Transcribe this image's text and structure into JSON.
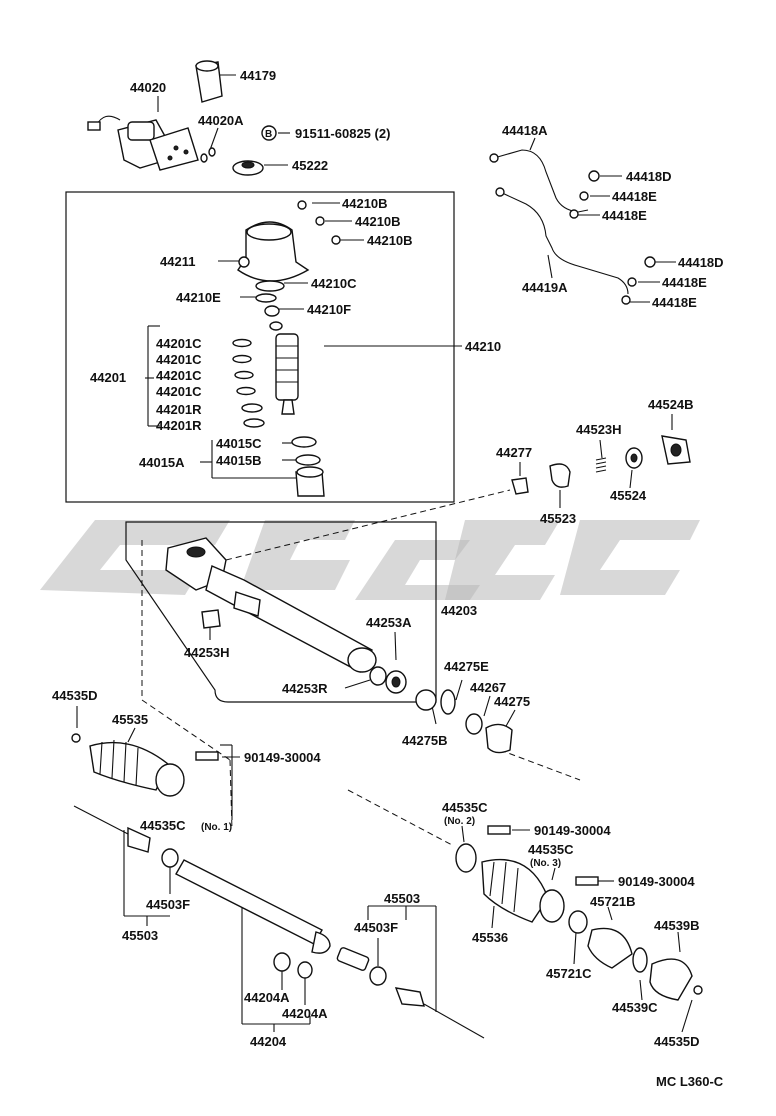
{
  "diagram_code": "MC L360-C",
  "watermark": "",
  "labels": {
    "p44020": "44020",
    "p44179": "44179",
    "p44020A": "44020A",
    "bolt_b_marker": "B",
    "p91511": "91511-60825 (2)",
    "p45222": "45222",
    "p44210B_1": "44210B",
    "p44210B_2": "44210B",
    "p44210B_3": "44210B",
    "p44211": "44211",
    "p44210C": "44210C",
    "p44210E": "44210E",
    "p44210F": "44210F",
    "p44210": "44210",
    "p44201": "44201",
    "p44201C_1": "44201C",
    "p44201C_2": "44201C",
    "p44201C_3": "44201C",
    "p44201C_4": "44201C",
    "p44201R_1": "44201R",
    "p44201R_2": "44201R",
    "p44015A": "44015A",
    "p44015C": "44015C",
    "p44015B": "44015B",
    "p44418A": "44418A",
    "p44418D_1": "44418D",
    "p44418E_1": "44418E",
    "p44418E_2": "44418E",
    "p44419A": "44419A",
    "p44418D_2": "44418D",
    "p44418E_3": "44418E",
    "p44418E_4": "44418E",
    "p44277": "44277",
    "p44523H": "44523H",
    "p44524B": "44524B",
    "p45523": "45523",
    "p45524": "45524",
    "p44203": "44203",
    "p44253A": "44253A",
    "p44253H": "44253H",
    "p44253R": "44253R",
    "p44275E": "44275E",
    "p44267": "44267",
    "p44275": "44275",
    "p44275B": "44275B",
    "p44535D_1": "44535D",
    "p45535": "45535",
    "p90149_1": "90149-30004",
    "p44535C_1": "44535C",
    "no1": "(No. 1)",
    "p44503F_1": "44503F",
    "p45503_1": "45503",
    "p44535C_2": "44535C",
    "no2": "(No. 2)",
    "p90149_2": "90149-30004",
    "p44535C_3": "44535C",
    "no3": "(No. 3)",
    "p90149_3": "90149-30004",
    "p45536": "45536",
    "p45721B": "45721B",
    "p44539B": "44539B",
    "p45721C": "45721C",
    "p44539C": "44539C",
    "p44535D_2": "44535D",
    "p45503_2": "45503",
    "p44503F_2": "44503F",
    "p44204A_1": "44204A",
    "p44204A_2": "44204A",
    "p44204": "44204"
  }
}
